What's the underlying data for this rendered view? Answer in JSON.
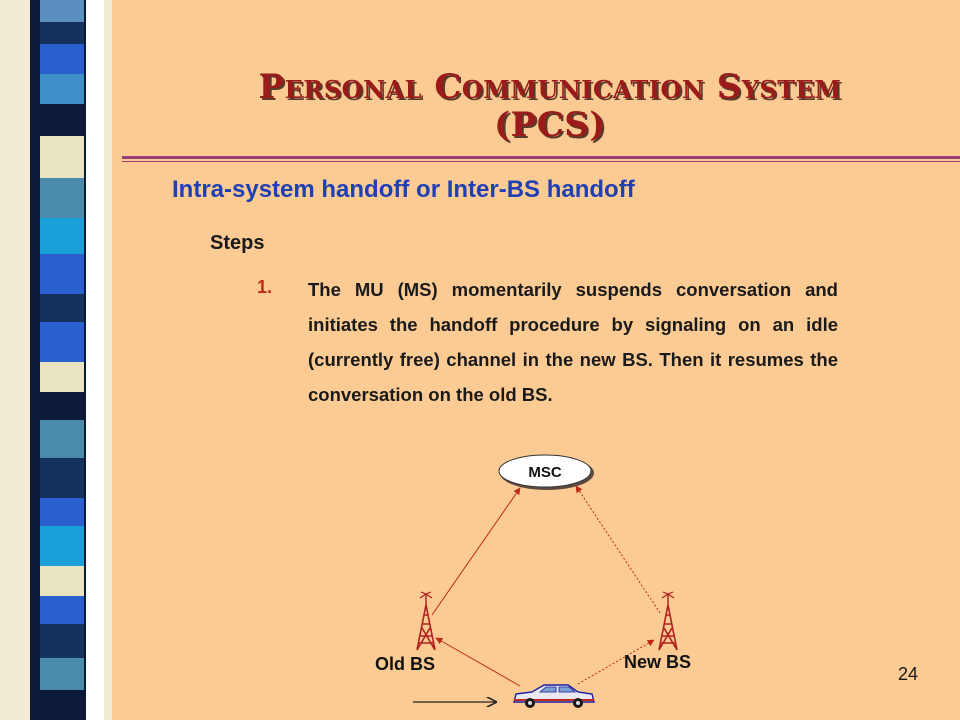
{
  "slide": {
    "title_line1": "Personal Communication System",
    "title_line2": "(PCS)",
    "subtitle": "Intra-system handoff or Inter-BS handoff",
    "steps_heading": "Steps",
    "step_number": "1.",
    "step_text": "The MU (MS) momentarily suspends conversation and initiates the handoff procedure by signaling on an idle (currently free) channel in the new BS. Then it resumes the conversation on the old BS.",
    "page_number": "24"
  },
  "diagram": {
    "msc_label": "MSC",
    "old_bs_label": "Old BS",
    "new_bs_label": "New BS"
  },
  "colors": {
    "background": "#fbcb93",
    "title": "#9b1b1b",
    "subtitle": "#1f3fb5",
    "rule": "#9a3f7a",
    "link_line": "#c0281a"
  }
}
